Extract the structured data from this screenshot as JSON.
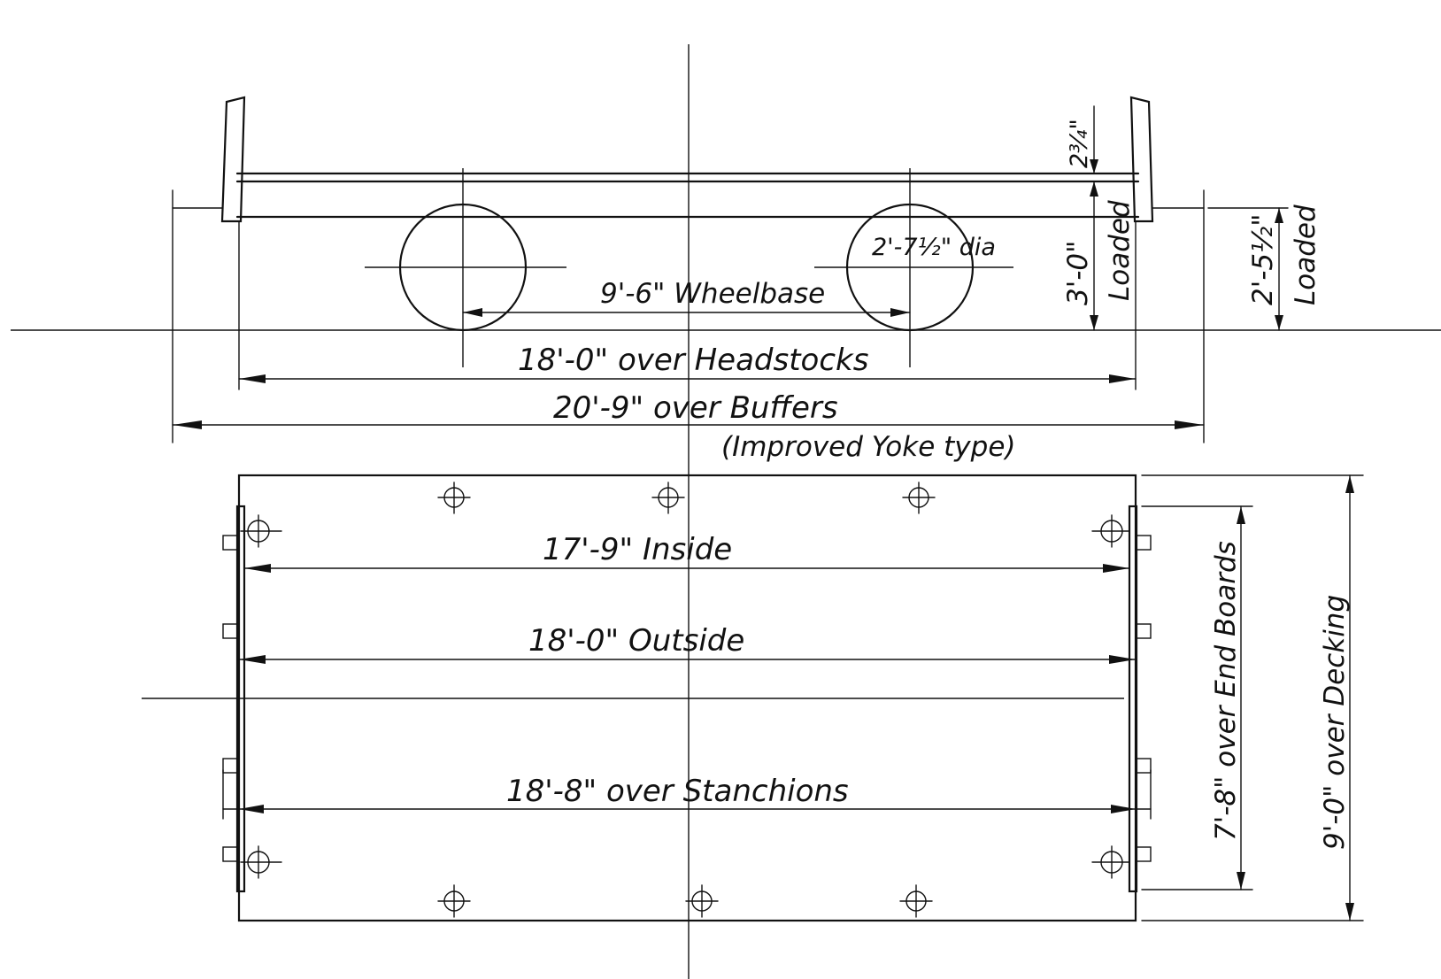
{
  "side_view": {
    "wheelbase": "9'-6\" Wheelbase",
    "wheel_dia": "2'-7½\" dia",
    "over_headstocks": "18'-0\" over Headstocks",
    "over_buffers": "20'-9\" over Buffers",
    "buffer_type": "(Improved Yoke type)",
    "headstock_thickness": "2¾\"",
    "deck_height": "3'-0\"",
    "deck_height_note": "Loaded",
    "buffer_height": "2'-5½\"",
    "buffer_height_note": "Loaded"
  },
  "plan_view": {
    "inside": "17'-9\" Inside",
    "outside": "18'-0\" Outside",
    "over_stanchions": "18'-8\" over Stanchions",
    "over_end_boards": "7'-8\" over End Boards",
    "over_decking": "9'-0\" over Decking"
  }
}
